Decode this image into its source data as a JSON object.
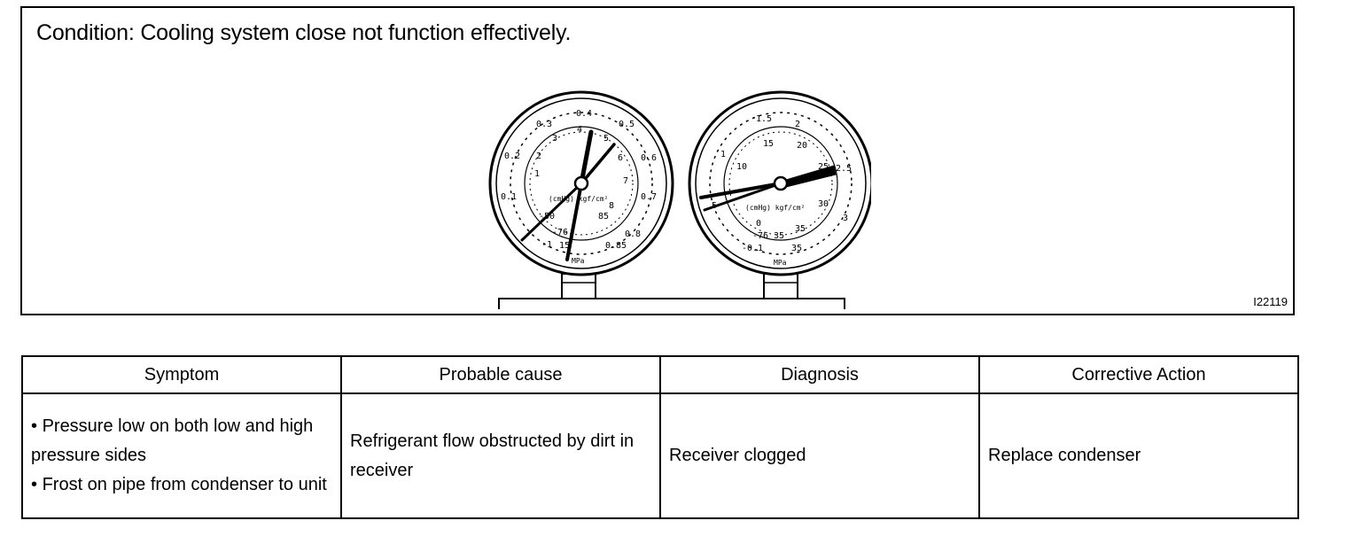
{
  "figure": {
    "condition": "Condition: Cooling system close not function effectively.",
    "figure_id": "I22119",
    "low_gauge": {
      "outer_scale": [
        "0.1",
        "0.2",
        "0.3",
        "0.4",
        "0.5",
        "0.6",
        "0.7",
        "0.8",
        "0.85"
      ],
      "inner_scale": [
        "1",
        "2",
        "3",
        "4",
        "5",
        "6",
        "7",
        "8"
      ],
      "units_label": "(cmHg) kgf/cm²",
      "vacuum_labels": [
        "-50",
        "-76",
        "-1",
        "15",
        "85"
      ],
      "mpa_label": "MPa"
    },
    "high_gauge": {
      "outer_scale": [
        "1",
        "1.5",
        "2",
        "2.5",
        "3"
      ],
      "inner_scale": [
        "5",
        "10",
        "15",
        "20",
        "25",
        "30",
        "35"
      ],
      "units_label": "(cmHg) kgf/cm²",
      "vacuum_labels": [
        "0",
        "-76",
        "35",
        "-0.1",
        "35"
      ],
      "mpa_label": "MPa"
    }
  },
  "table": {
    "headers": [
      "Symptom",
      "Probable cause",
      "Diagnosis",
      "Corrective Action"
    ],
    "row": {
      "symptoms": [
        "Pressure low on both low and high pressure sides",
        "Frost on pipe from condenser to unit"
      ],
      "cause": "Refrigerant flow obstructed by dirt in receiver",
      "diagnosis": "Receiver clogged",
      "action": "Replace condenser"
    }
  }
}
